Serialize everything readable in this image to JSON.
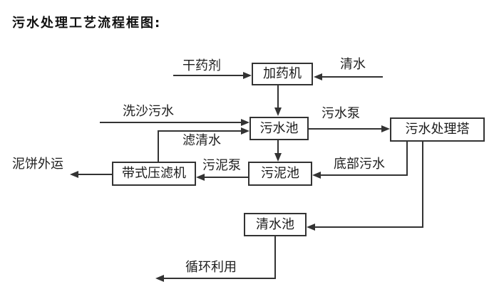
{
  "title": "污水处理工艺流程框图:",
  "nodes": {
    "dosing_machine": {
      "label": "加药机"
    },
    "sewage_pool": {
      "label": "污水池"
    },
    "treatment_tower": {
      "label": "污水处理塔"
    },
    "sludge_pool": {
      "label": "污泥池"
    },
    "belt_filter_press": {
      "label": "带式压滤机"
    },
    "clean_water_pool": {
      "label": "清水池"
    }
  },
  "flow_labels": {
    "dry_chemical": "干药剂",
    "clean_water": "清水",
    "sand_washing_sewage": "洗沙污水",
    "sewage_pump": "污水泵",
    "filtered_water": "滤清水",
    "sludge_pump": "污泥泵",
    "bottom_sewage": "底部污水",
    "mud_cake_outbound": "泥饼外运",
    "recycling": "循环利用"
  },
  "edges": [
    {
      "from": "dry_chemical_input",
      "to": "dosing_machine",
      "label": "干药剂"
    },
    {
      "from": "clean_water_input",
      "to": "dosing_machine",
      "label": "清水"
    },
    {
      "from": "dosing_machine",
      "to": "sewage_pool",
      "label": ""
    },
    {
      "from": "sand_washing_sewage_input",
      "to": "sewage_pool",
      "label": "洗沙污水"
    },
    {
      "from": "belt_filter_press",
      "to": "sewage_pool",
      "label": "滤清水"
    },
    {
      "from": "sewage_pool",
      "to": "treatment_tower",
      "label": "污水泵"
    },
    {
      "from": "sewage_pool",
      "to": "sludge_pool",
      "label": ""
    },
    {
      "from": "treatment_tower",
      "to": "sludge_pool",
      "label": "底部污水"
    },
    {
      "from": "sludge_pool",
      "to": "belt_filter_press",
      "label": "污泥泵"
    },
    {
      "from": "belt_filter_press",
      "to": "mud_cake_out",
      "label": "泥饼外运"
    },
    {
      "from": "treatment_tower",
      "to": "clean_water_pool",
      "label": ""
    },
    {
      "from": "clean_water_pool",
      "to": "recycling_out",
      "label": "循环利用"
    }
  ],
  "colors": {
    "line": "#333333",
    "text": "#1a1a1a",
    "background": "#ffffff"
  }
}
